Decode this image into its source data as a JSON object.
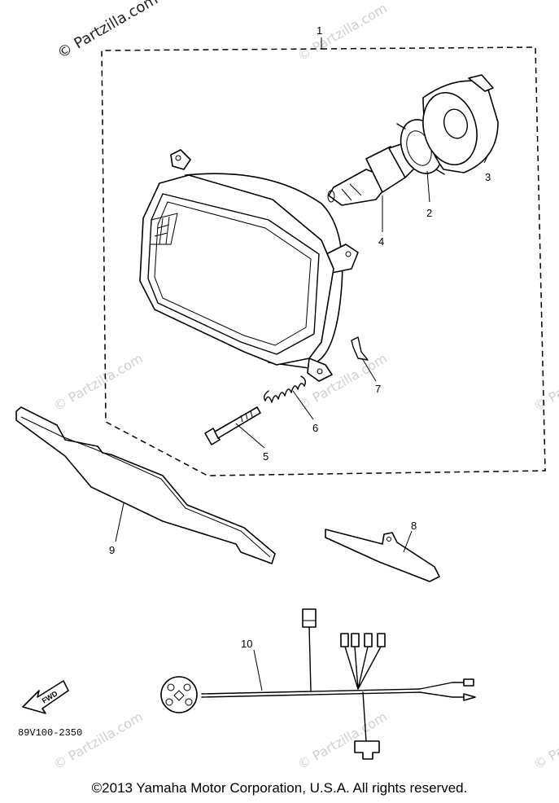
{
  "watermarks": {
    "primary": "© Partzilla.com",
    "faint": "© Partzilla.com"
  },
  "callouts": {
    "c1": "1",
    "c2": "2",
    "c3": "3",
    "c4": "4",
    "c5": "5",
    "c6": "6",
    "c7": "7",
    "c8": "8",
    "c9": "9",
    "c10": "10"
  },
  "fwd_label": "FWD",
  "diagram_code": "89V100-2350",
  "footer": "©2013 Yamaha Motor Corporation, U.S.A. All rights reserved."
}
